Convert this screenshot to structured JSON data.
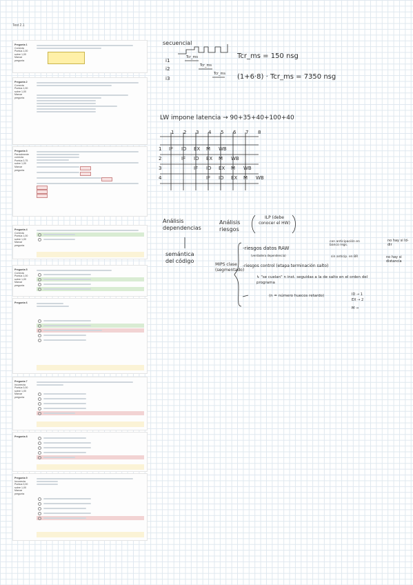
{
  "page": {
    "title": "Test 2.1"
  },
  "quiz": [
    {
      "number": "Pregunta 1",
      "status": "Correcta",
      "mark": "Puntúa 1,00 sobre 1,00",
      "flag": "Marcar pregunta"
    },
    {
      "number": "Pregunta 2",
      "status": "Correcta",
      "mark": "Puntúa 1,00 sobre 1,00",
      "flag": "Marcar pregunta"
    },
    {
      "number": "Pregunta 3",
      "status": "Parcialmente correcta",
      "mark": "Puntúa 0,75 sobre 1,00",
      "flag": "Marcar pregunta"
    },
    {
      "number": "Pregunta 4",
      "status": "Correcta",
      "mark": "Puntúa 1,00 sobre 1,00",
      "flag": "Marcar pregunta"
    },
    {
      "number": "Pregunta 5",
      "status": "Correcta",
      "mark": "Puntúa 1,00 sobre 1,00",
      "flag": "Marcar pregunta"
    },
    {
      "number": "Pregunta 6",
      "status": "",
      "mark": "",
      "flag": ""
    },
    {
      "number": "Pregunta 7",
      "status": "Incorrecta",
      "mark": "Puntúa 0,00 sobre 1,00",
      "flag": "Marcar pregunta"
    },
    {
      "number": "Pregunta 8",
      "status": "",
      "mark": "",
      "flag": ""
    },
    {
      "number": "Pregunta 9",
      "status": "Incorrecta",
      "mark": "Puntúa 0,00 sobre 1,00",
      "flag": "Marcar pregunta"
    }
  ],
  "notes": {
    "secuencial": "secuencial",
    "i1": "i1",
    "i2": "i2",
    "i3": "i3",
    "tcr_label1": "Tcr_ms",
    "tcr_label2": "Tcr_ms",
    "tcr_label3": "Tcr_ms",
    "eq1": "Tcr_ms = 150 nsg",
    "eq2": "(1+6·8) · Tcr_ms = 7350 nsg",
    "lw": "LW  impone latencia → 90+35+40+100+40",
    "pipe_cols": [
      "1",
      "2",
      "3",
      "4",
      "5",
      "6",
      "7",
      "8"
    ],
    "pipe_rows": [
      {
        "n": "1",
        "stages": [
          "IF",
          "ID",
          "EX",
          "M",
          "WB"
        ]
      },
      {
        "n": "2",
        "stages": [
          "IF",
          "ID",
          "EX",
          "M",
          "WB"
        ]
      },
      {
        "n": "3",
        "stages": [
          "IF",
          "ID",
          "EX",
          "M",
          "WB"
        ]
      },
      {
        "n": "4",
        "stages": [
          "IF",
          "ID",
          "EX",
          "M",
          "WB"
        ]
      }
    ],
    "analisis_dep": "Análisis dependencias",
    "analisis_riesgos": "Análisis riesgos",
    "ilp": "ILP (debe conocer el HW)",
    "semantica": "semántica del código",
    "mips": "MIPS clase (segmentado)",
    "riesgo_datos": "-riesgos datos RAW",
    "verdadera": "(verdadera dependencia)",
    "con_anticip": "con anticipación en banco regs.",
    "sin_anticip": "sin anticip. en BR",
    "no_hay1": "no hay si ld-dir",
    "no_hay2": "no hay si distancia",
    "riesgo_control": "-riesgos control (etapa terminación salto)",
    "saltos": "↳ \"se cuelan\" n inst. seguidas a la de salto en el orden del programa",
    "huecos": "(n = número huecos retardo)",
    "id1": "ID → 1",
    "ex2": "EX → 2",
    "m": "M →"
  }
}
